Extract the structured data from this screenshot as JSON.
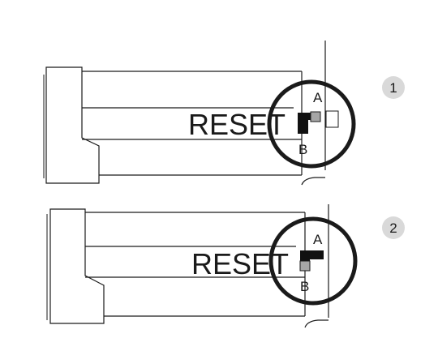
{
  "steps": [
    {
      "number": "1",
      "button_label": "RESET",
      "position_top_label": "A",
      "position_bottom_label": "B",
      "switch_position": "B"
    },
    {
      "number": "2",
      "button_label": "RESET",
      "position_top_label": "A",
      "position_bottom_label": "B",
      "switch_position": "A"
    }
  ],
  "colors": {
    "line": "#1a1a1a",
    "switch_dark": "#111111",
    "switch_grey": "#a6a6a6",
    "step_badge": "#d9d9d9"
  }
}
